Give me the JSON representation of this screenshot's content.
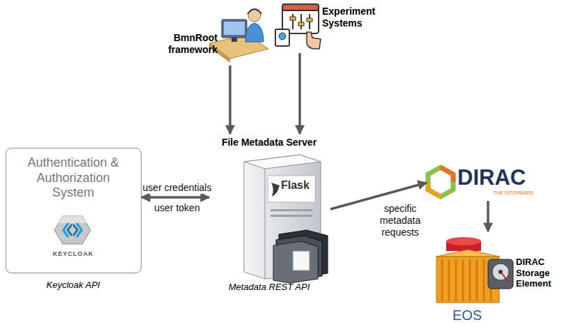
{
  "diagram": {
    "nodes": [
      {
        "text": [
          "BmnRoot framework"
        ]
      },
      {
        "text": [
          "Experiment Systems"
        ]
      },
      {
        "text": [
          "Authentication & Authorization System",
          "KEYCLOAK",
          "Keycloak API"
        ]
      },
      {
        "text": [
          "File Metadata Server",
          "Flask",
          "Metadata REST API"
        ]
      },
      {
        "text": [
          "DIRAC",
          "THE INTERWARE"
        ]
      },
      {
        "text": [
          "DIRAC Storage Element",
          "EOS"
        ]
      }
    ],
    "edges": [
      {
        "from": 0,
        "to": 3,
        "arrow": "to"
      },
      {
        "from": 1,
        "to": 3,
        "arrow": "to"
      },
      {
        "from": 2,
        "to": 3,
        "label": "user credentials",
        "arrow": "both"
      },
      {
        "from": 3,
        "to": 4,
        "label": "specific metadata requests",
        "arrow": "to"
      },
      {
        "from": 4,
        "to": 5,
        "arrow": "to"
      }
    ],
    "labels": [
      "user token"
    ]
  }
}
